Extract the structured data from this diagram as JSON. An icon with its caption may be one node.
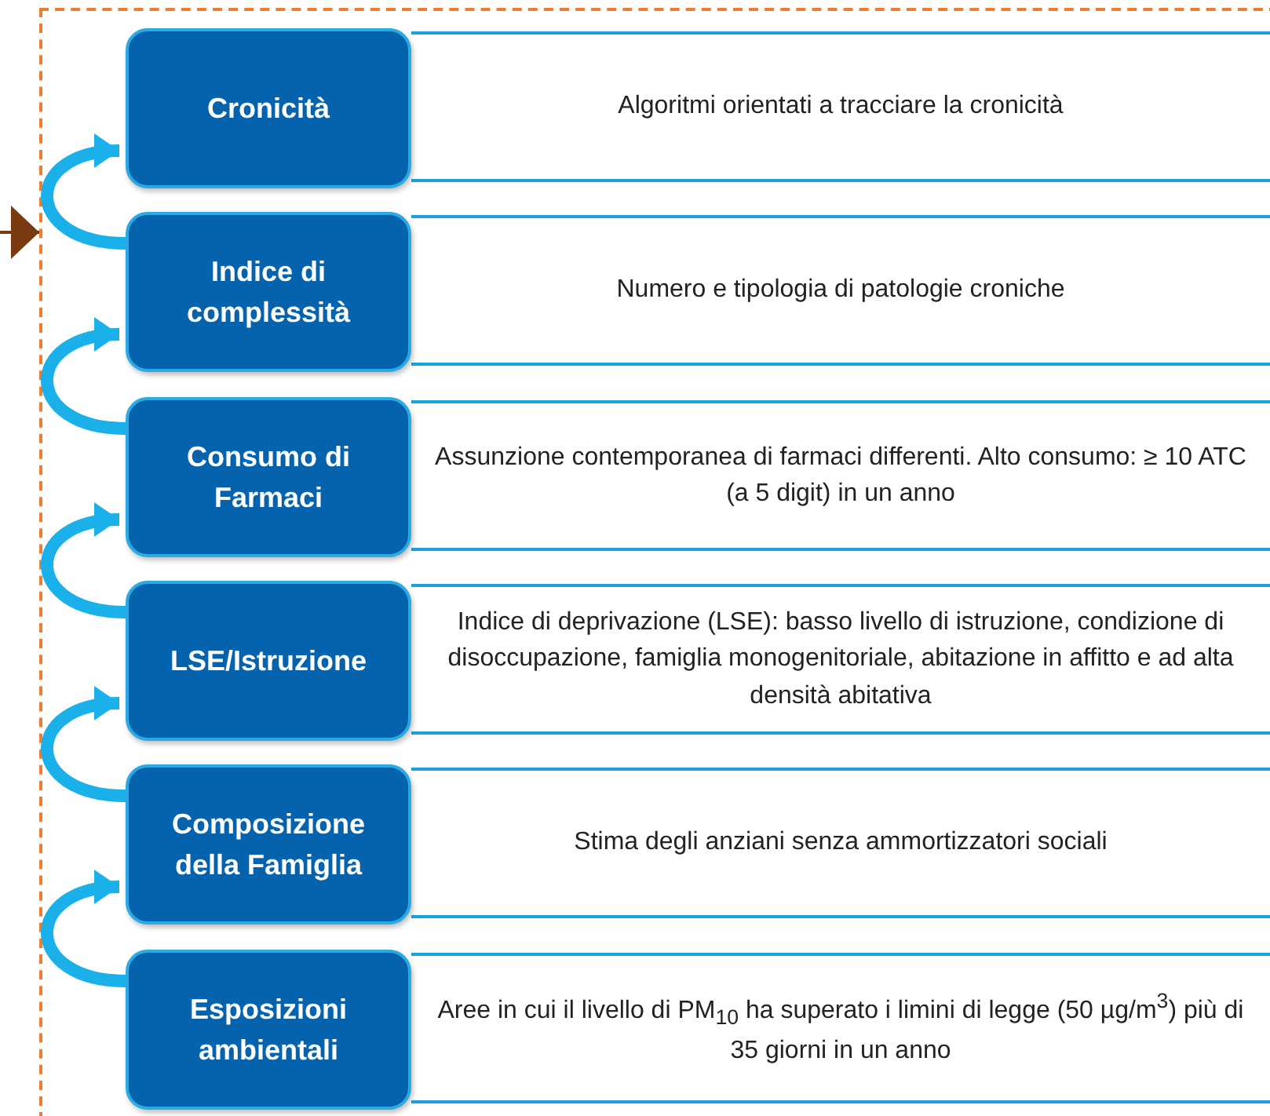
{
  "diagram": {
    "nodes": [
      {
        "text": [],
        "shape": "box"
      },
      {
        "text": [
          "Cronicità"
        ],
        "in": 0
      },
      {
        "text": [
          "Algoritmi orientati a tracciare la cronicità"
        ],
        "in": 0
      },
      {
        "text": [
          "Indice di complessità"
        ],
        "in": 0
      },
      {
        "text": [
          "Numero e tipologia di patologie croniche"
        ],
        "in": 0
      },
      {
        "text": [
          "Consumo di Farmaci"
        ],
        "in": 0
      },
      {
        "text": [
          "Assunzione contemporanea di farmaci differenti. Alto consumo: ≥ 10 ATC (a 5 digit) in un anno"
        ],
        "in": 0
      },
      {
        "text": [
          "LSE/Istruzione"
        ],
        "in": 0
      },
      {
        "text": [
          "Indice di deprivazione (LSE): basso livello di istruzione, condizione di disoccupazione, famiglia monogenitoriale, abitazione in affitto e ad alta densità abitativa"
        ],
        "in": 0
      },
      {
        "text": [
          "Composizione della Famiglia"
        ],
        "in": 0
      },
      {
        "text": [
          "Stima degli anziani senza ammortizzatori sociali"
        ],
        "in": 0
      },
      {
        "text": [
          "Esposizioni ambientali"
        ],
        "in": 0
      },
      {
        "text": [
          "Aree in cui il livello di PM$_{10}$ ha superato i limini di legge (50 µg/m$^{3}$) più di 35 giorni in un anno"
        ],
        "in": 0
      }
    ],
    "edges": [
      {
        "from": null,
        "to": 0,
        "arrow": "to",
        "color": "#7a3a10"
      },
      {
        "from": 3,
        "to": 1,
        "arrow": "to"
      },
      {
        "from": 5,
        "to": 3,
        "arrow": "to"
      },
      {
        "from": 7,
        "to": 5,
        "arrow": "to"
      },
      {
        "from": 9,
        "to": 7,
        "arrow": "to"
      },
      {
        "from": 11,
        "to": 9,
        "arrow": "to"
      }
    ]
  }
}
